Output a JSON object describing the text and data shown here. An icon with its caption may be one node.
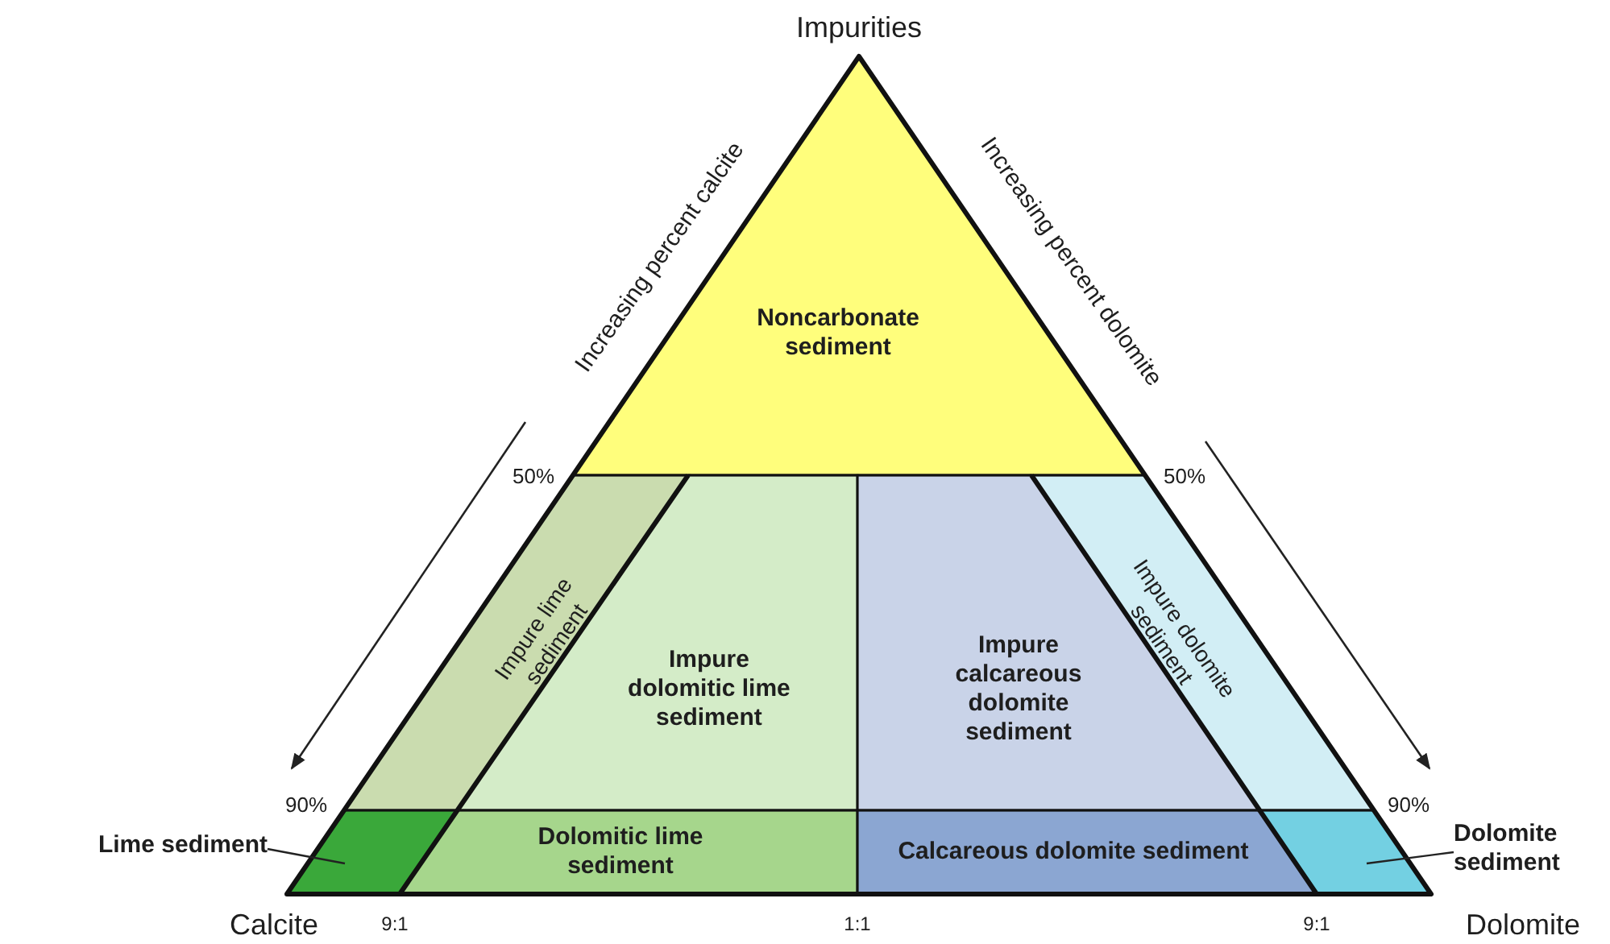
{
  "diagram": {
    "nodes": [
      {
        "text": [
          "Noncarbonate sediment"
        ]
      },
      {
        "text": [
          "Impure lime sediment"
        ]
      },
      {
        "text": [
          "Impure dolomitic lime sediment"
        ]
      },
      {
        "text": [
          "Impure calcareous dolomite sediment"
        ]
      },
      {
        "text": [
          "Impure dolomite sediment"
        ]
      },
      {
        "text": [
          "Lime sediment"
        ]
      },
      {
        "text": [],
        "shape": "parallelogram"
      },
      {
        "text": [
          "Dolomitic lime sediment"
        ]
      },
      {
        "text": [
          "Calcareous dolomite sediment"
        ]
      },
      {
        "text": [],
        "shape": "parallelogram"
      },
      {
        "text": [
          "Dolomite sediment"
        ]
      }
    ],
    "edges": [
      {
        "from": 5,
        "to": 6,
        "arrow": "none"
      },
      {
        "from": 10,
        "to": 9,
        "arrow": "none"
      }
    ],
    "labels": [
      "Impurities",
      "Increasing percent calcite",
      "Increasing percent dolomite",
      "50%",
      "50%",
      "90%",
      "90%",
      "Calcite",
      "9:1",
      "1:1",
      "9:1",
      "Dolomite"
    ]
  }
}
